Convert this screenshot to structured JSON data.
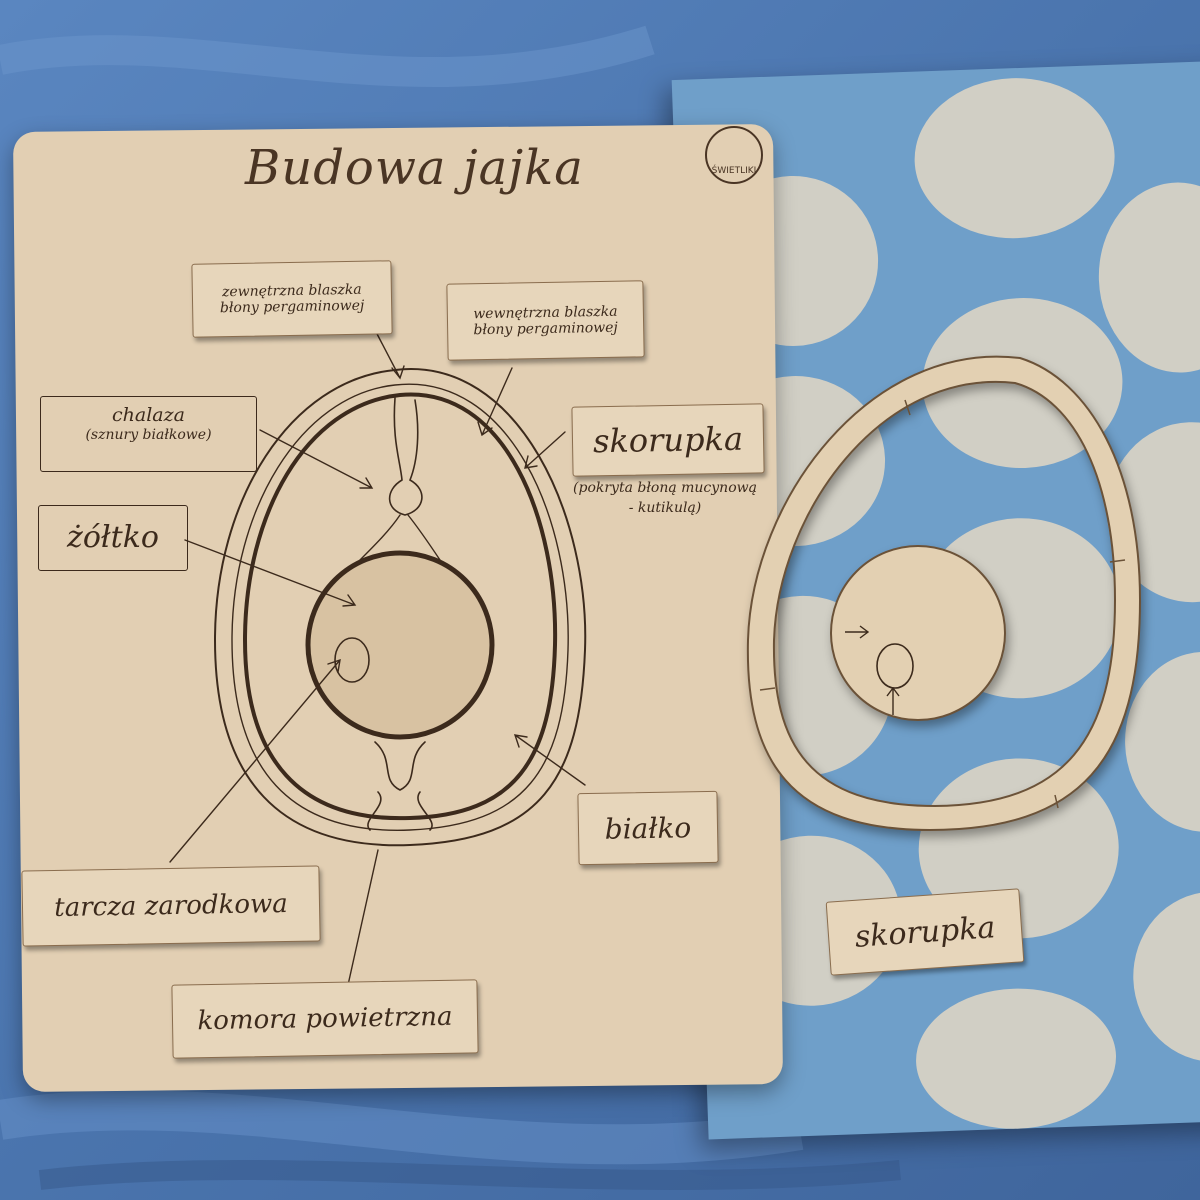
{
  "board": {
    "title": "Budowa jajka",
    "logo_text": "ŚWIETLIKI"
  },
  "labels": {
    "outer_membrane": [
      "zewnętrzna blaszka",
      "błony pergaminowej"
    ],
    "inner_membrane": [
      "wewnętrzna blaszka",
      "błony pergaminowej"
    ],
    "chalaza": [
      "chalaza",
      "(sznury białkowe)"
    ],
    "shell": "skorupka",
    "shell_note": [
      "(pokryta błoną mucynową",
      "- kutikulą)"
    ],
    "yolk": "żółtko",
    "albumen": "białko",
    "germinal_disc": "tarcza zarodkowa",
    "air_cell": "komora powietrzna",
    "loose_shell_tile": "skorupka"
  },
  "colors": {
    "fabric": "#4f79b3",
    "book": "#6f9fc9",
    "wood": "#e2cfb3",
    "engraving": "#3c2a1c"
  }
}
